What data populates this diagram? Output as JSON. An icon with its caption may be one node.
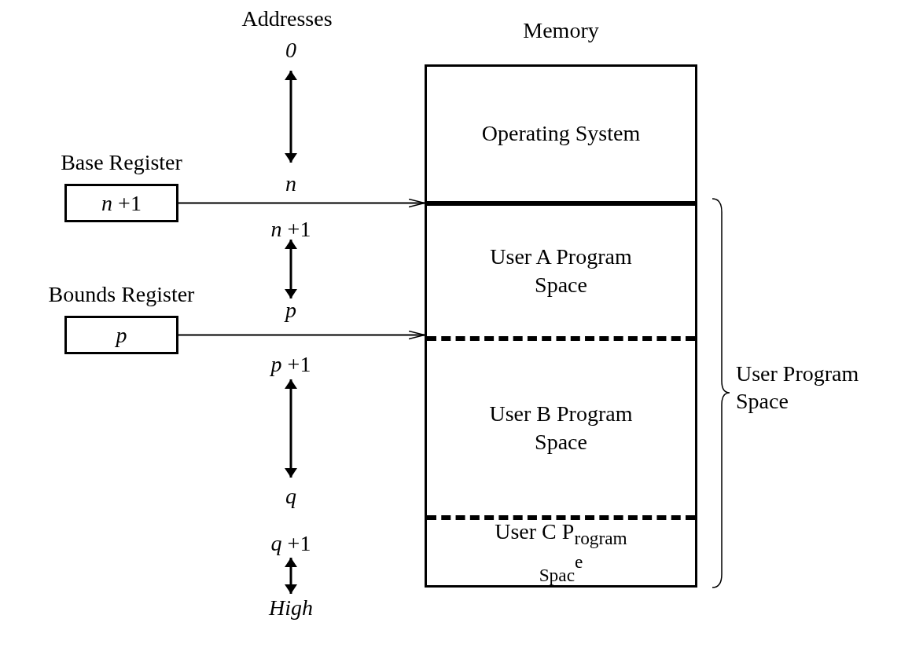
{
  "diagram": {
    "nodes": [
      {
        "text": [
          "Base Register",
          "*n* +1"
        ]
      },
      {
        "text": [
          "Bounds Register",
          "p"
        ]
      },
      {
        "text": [
          "Memory"
        ]
      },
      {
        "text": [
          "Operating System"
        ],
        "in": 2
      },
      {
        "text": [
          "User A Program Space"
        ],
        "in": 2
      },
      {
        "text": [
          "User B Program Space"
        ],
        "in": 2
      },
      {
        "text": [
          "User C P$_{rogram Spac}$$^{e}$"
        ],
        "in": 2
      }
    ],
    "edges": [
      {
        "from": 0,
        "to": 4,
        "arrow": "to"
      },
      {
        "from": 1,
        "to": 5,
        "arrow": "to"
      }
    ],
    "labels": [
      "Addresses",
      "0",
      "n",
      "*n* +1",
      "p",
      "*p* +1",
      "q",
      "*q* +1",
      "High",
      "User Program Space"
    ]
  }
}
